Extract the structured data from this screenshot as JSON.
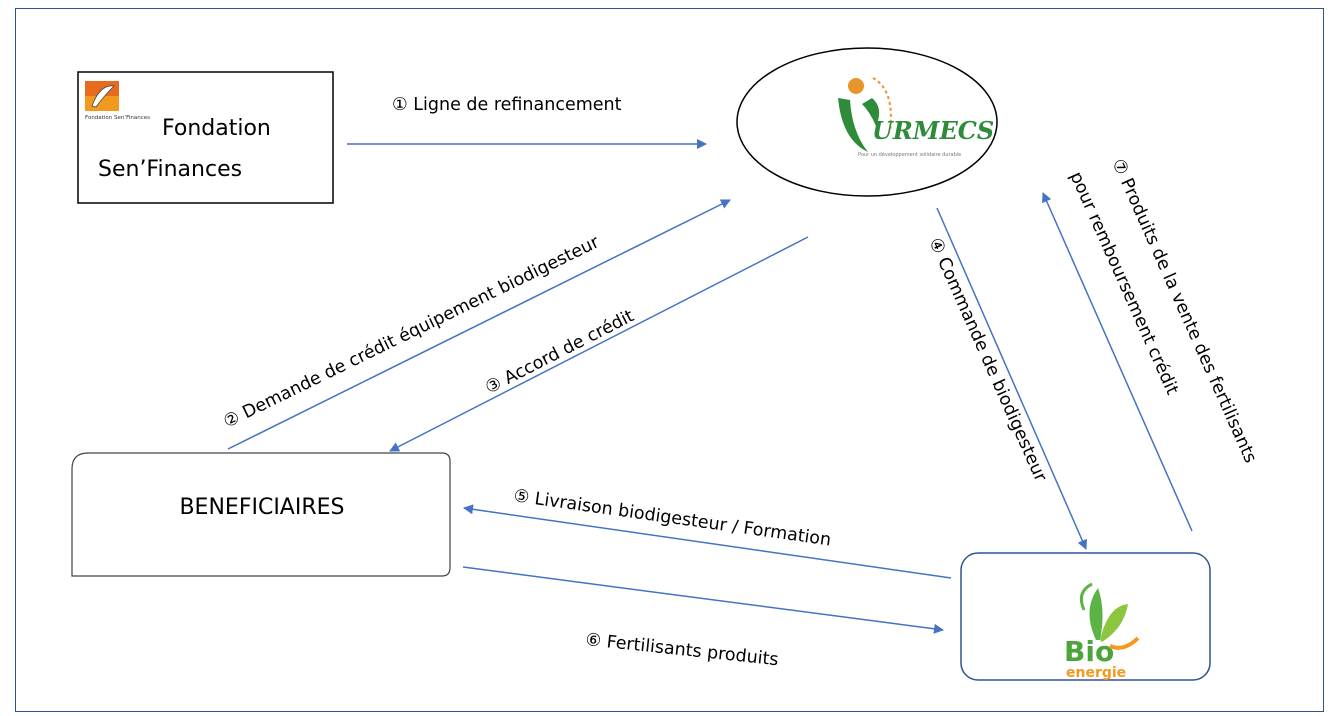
{
  "nodes": {
    "fondation": {
      "line1": "Fondation",
      "line2": "Sen’Finances",
      "logo_caption": "Fondation Sen’Finances"
    },
    "urmecs": {
      "logo_text": "URMECS",
      "logo_tagline": "Pour un développement solidaire durable"
    },
    "beneficiaires": {
      "label": "BENEFICIAIRES"
    },
    "bioenergie": {
      "logo_text_bio": "Bio",
      "logo_text_energie": "energie"
    }
  },
  "flows": [
    {
      "id": "1",
      "label": "① Ligne de refinancement"
    },
    {
      "id": "2",
      "label": "② Demande de crédit équipement biodigesteur"
    },
    {
      "id": "3",
      "label": "③ Accord de crédit"
    },
    {
      "id": "4",
      "label": "④ Commande de biodigesteur"
    },
    {
      "id": "5",
      "label": "⑤ Livraison biodigesteur / Formation"
    },
    {
      "id": "6",
      "label": "⑥ Fertilisants produits"
    },
    {
      "id": "7",
      "label_line1": "⑦ Produits de la vente des fertilisants",
      "label_line2": "pour remboursement crédit"
    }
  ],
  "colors": {
    "arrow": "#4472C4",
    "frame": "#2F5496",
    "urmecs_green": "#2E8B3A",
    "urmecs_orange": "#E8952B",
    "bio_green": "#5DB446",
    "bio_orange": "#F39A1E"
  }
}
